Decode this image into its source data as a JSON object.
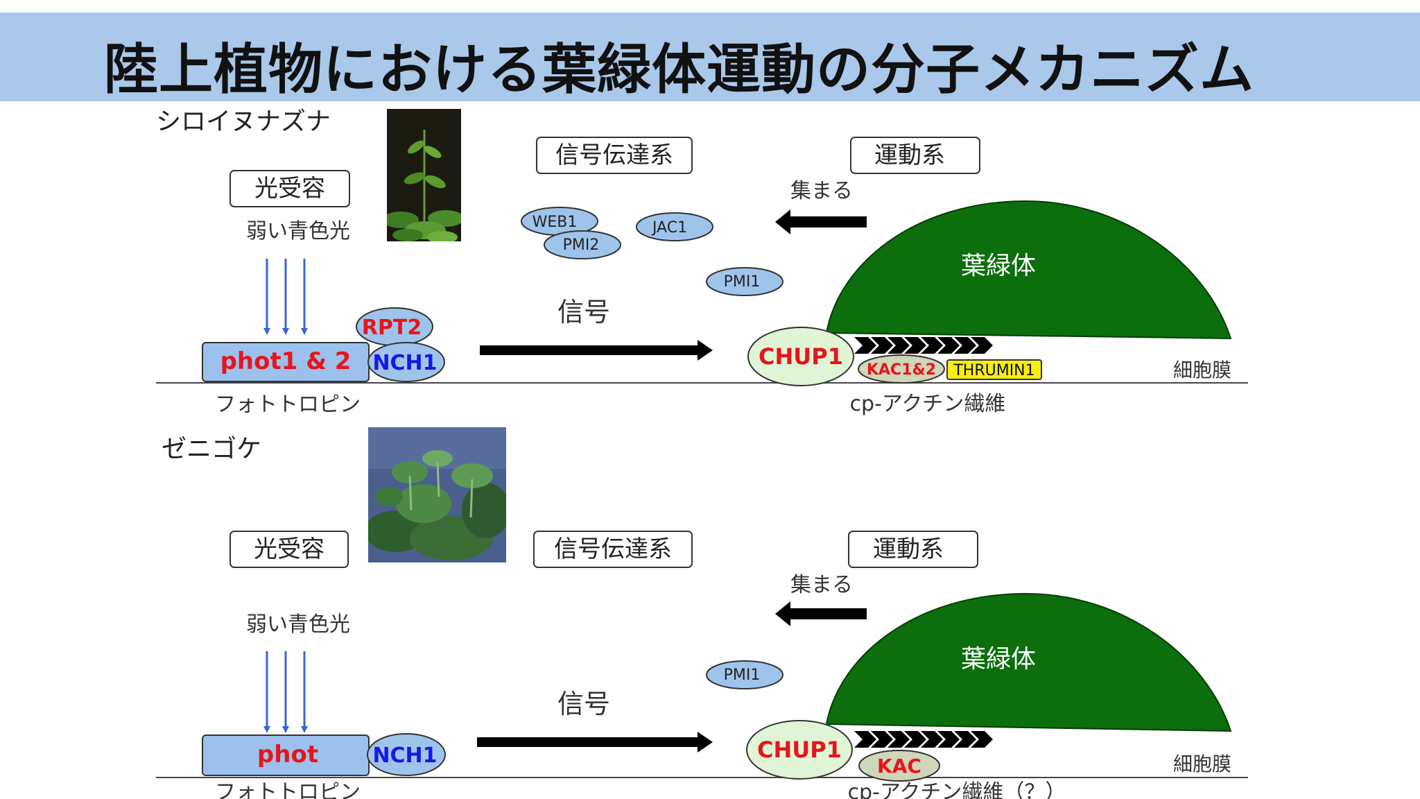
{
  "title": "陸上植物における葉緑体運動の分子メカニズム",
  "colors": {
    "title_bg": "#a9c8ea",
    "chloroplast": "#0c6e0c",
    "phot_fill": "#9cc1ec",
    "red_text": "#e8141b",
    "blue_text": "#1717e6",
    "chup_fill": "#dff5d6",
    "kac_fill": "#cfd6b9",
    "thrumin_fill": "#f5ee10",
    "arrow_blue": "#3b63d9",
    "small_oval": "#9fc4ec"
  },
  "panels": [
    {
      "species": "シロイヌナズナ",
      "photo_icon": "arabidopsis-plant-photo",
      "photoreceptor_box": "光受容",
      "signaling_box": "信号伝達系",
      "motility_box": "運動系",
      "light_label": "弱い青色光",
      "photoreceptor": "phot1 & 2",
      "photoreceptor_caption": "フォトトロピン",
      "rpt2": "RPT2",
      "nch1": "NCH1",
      "signal_label": "信号",
      "signal_proteins": [
        "WEB1",
        "PMI2",
        "JAC1",
        "PMI1"
      ],
      "gather_label": "集まる",
      "chloroplast_label": "葉緑体",
      "chup1": "CHUP1",
      "kac": "KAC1&2",
      "thrumin": "THRUMIN1",
      "membrane_label": "細胞膜",
      "actin_label": "cp-アクチン繊維"
    },
    {
      "species": "ゼニゴケ",
      "photo_icon": "liverwort-plant-photo",
      "photoreceptor_box": "光受容",
      "signaling_box": "信号伝達系",
      "motility_box": "運動系",
      "light_label": "弱い青色光",
      "photoreceptor": "phot",
      "photoreceptor_caption": "フォトトロピン",
      "nch1": "NCH1",
      "signal_label": "信号",
      "signal_proteins": [
        "PMI1"
      ],
      "gather_label": "集まる",
      "chloroplast_label": "葉緑体",
      "chup1": "CHUP1",
      "kac": "KAC",
      "membrane_label": "細胞膜",
      "actin_label": "cp-アクチン繊維（？）"
    }
  ]
}
